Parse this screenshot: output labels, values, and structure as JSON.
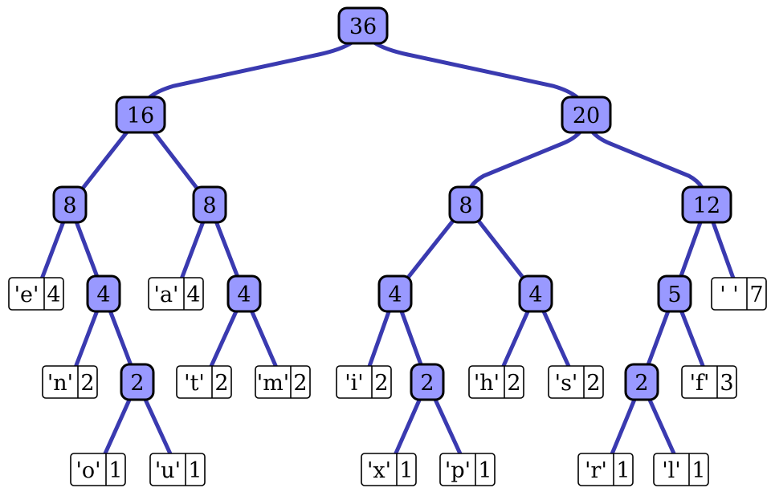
{
  "tree": {
    "root": "36",
    "internal": [
      {
        "id": "n36",
        "label": "36"
      },
      {
        "id": "n16",
        "label": "16"
      },
      {
        "id": "n20",
        "label": "20"
      },
      {
        "id": "n8a",
        "label": "8"
      },
      {
        "id": "n8b",
        "label": "8"
      },
      {
        "id": "n8c",
        "label": "8"
      },
      {
        "id": "n12",
        "label": "12"
      },
      {
        "id": "n4a",
        "label": "4"
      },
      {
        "id": "n4b",
        "label": "4"
      },
      {
        "id": "n4c",
        "label": "4"
      },
      {
        "id": "n4d",
        "label": "4"
      },
      {
        "id": "n5",
        "label": "5"
      },
      {
        "id": "n2a",
        "label": "2"
      },
      {
        "id": "n2b",
        "label": "2"
      },
      {
        "id": "n2c",
        "label": "2"
      }
    ],
    "leaves": [
      {
        "id": "le",
        "char": "'e'",
        "count": "4"
      },
      {
        "id": "ln",
        "char": "'n'",
        "count": "2"
      },
      {
        "id": "lo",
        "char": "'o'",
        "count": "1"
      },
      {
        "id": "lu",
        "char": "'u'",
        "count": "1"
      },
      {
        "id": "la",
        "char": "'a'",
        "count": "4"
      },
      {
        "id": "lt",
        "char": "'t'",
        "count": "2"
      },
      {
        "id": "lm",
        "char": "'m'",
        "count": "2"
      },
      {
        "id": "li",
        "char": "'i'",
        "count": "2"
      },
      {
        "id": "lx",
        "char": "'x'",
        "count": "1"
      },
      {
        "id": "lp",
        "char": "'p'",
        "count": "1"
      },
      {
        "id": "lh",
        "char": "'h'",
        "count": "2"
      },
      {
        "id": "ls",
        "char": "'s'",
        "count": "2"
      },
      {
        "id": "lr",
        "char": "'r'",
        "count": "1"
      },
      {
        "id": "ll",
        "char": "'l'",
        "count": "1"
      },
      {
        "id": "lf",
        "char": "'f'",
        "count": "3"
      },
      {
        "id": "lsp",
        "char": "' '",
        "count": "7"
      }
    ],
    "edges": [
      [
        "n36",
        "n16"
      ],
      [
        "n36",
        "n20"
      ],
      [
        "n16",
        "n8a"
      ],
      [
        "n16",
        "n8b"
      ],
      [
        "n20",
        "n8c"
      ],
      [
        "n20",
        "n12"
      ],
      [
        "n8a",
        "le"
      ],
      [
        "n8a",
        "n4a"
      ],
      [
        "n8b",
        "la"
      ],
      [
        "n8b",
        "n4b"
      ],
      [
        "n8c",
        "n4c"
      ],
      [
        "n8c",
        "n4d"
      ],
      [
        "n12",
        "n5"
      ],
      [
        "n12",
        "lsp"
      ],
      [
        "n4a",
        "ln"
      ],
      [
        "n4a",
        "n2a"
      ],
      [
        "n4b",
        "lt"
      ],
      [
        "n4b",
        "lm"
      ],
      [
        "n4c",
        "li"
      ],
      [
        "n4c",
        "n2b"
      ],
      [
        "n4d",
        "lh"
      ],
      [
        "n4d",
        "ls"
      ],
      [
        "n5",
        "n2c"
      ],
      [
        "n5",
        "lf"
      ],
      [
        "n2a",
        "lo"
      ],
      [
        "n2a",
        "lu"
      ],
      [
        "n2b",
        "lx"
      ],
      [
        "n2b",
        "lp"
      ],
      [
        "n2c",
        "lr"
      ],
      [
        "n2c",
        "ll"
      ]
    ]
  },
  "colors": {
    "node_fill": "#9999ff",
    "edge": "#3a3ab0",
    "leaf_fill": "#ffffff",
    "outline": "#000000"
  }
}
